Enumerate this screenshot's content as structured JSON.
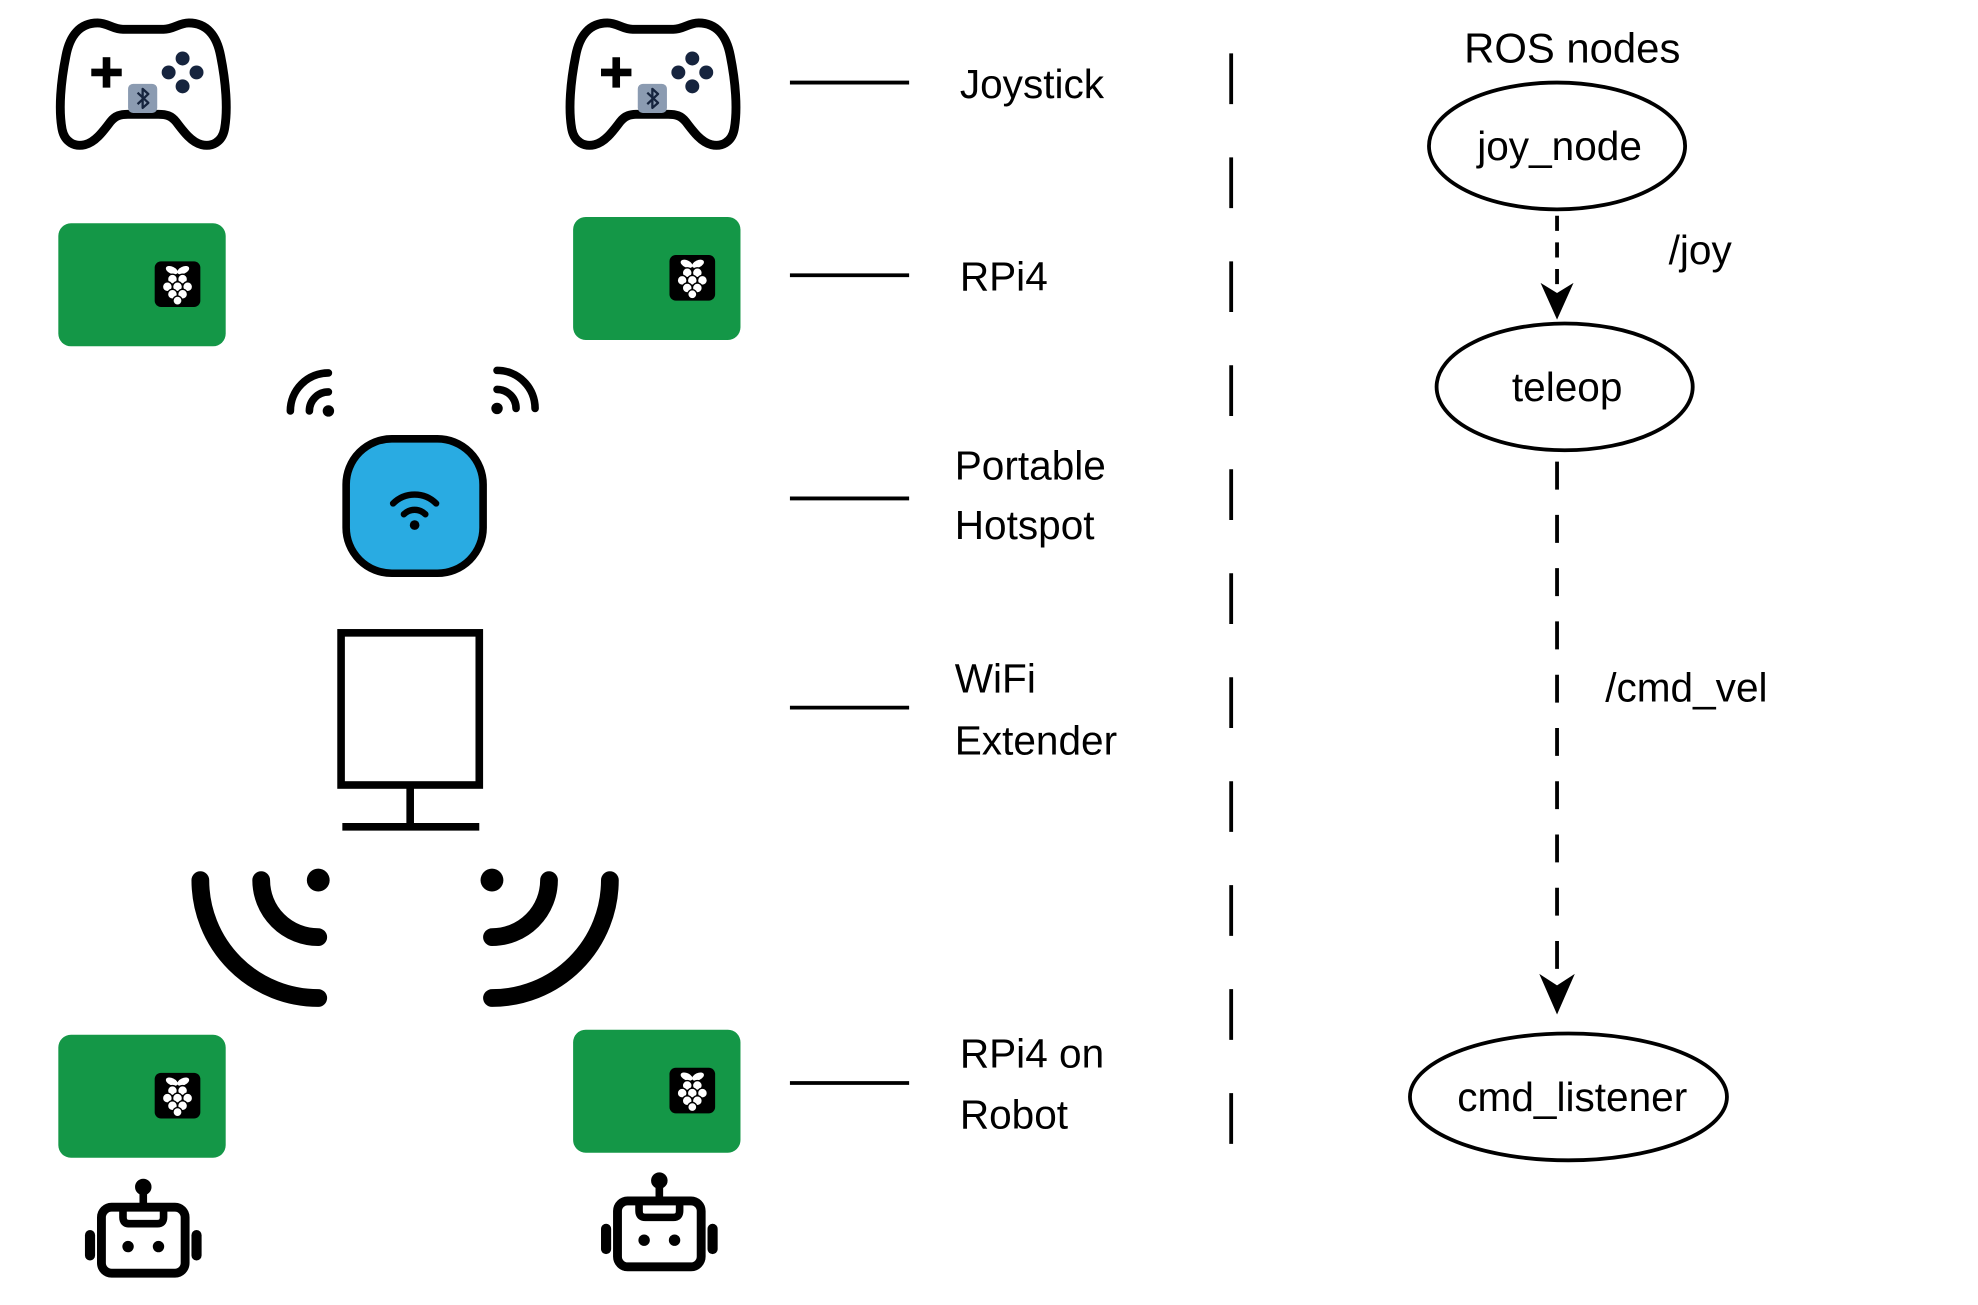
{
  "hardware": {
    "rows": [
      {
        "label_lines": [
          "Joystick"
        ],
        "icon": "gamepad-icon"
      },
      {
        "label_lines": [
          "RPi4"
        ],
        "icon": "raspberry-pi-board-icon"
      },
      {
        "label_lines": [
          "Portable",
          "Hotspot"
        ],
        "icon": "hotspot-icon"
      },
      {
        "label_lines": [
          "WiFi",
          "Extender"
        ],
        "icon": "wifi-extender-icon"
      },
      {
        "label_lines": [
          "RPi4 on",
          "Robot"
        ],
        "icon": "robot-icon"
      }
    ],
    "signal_icon": "wifi-signal-icon",
    "badge_icon": "bluetooth-icon"
  },
  "ros": {
    "heading": "ROS nodes",
    "nodes": [
      "joy_node",
      "teleop",
      "cmd_listener"
    ],
    "topics": [
      "/joy",
      "/cmd_vel"
    ]
  },
  "colors": {
    "board": "#149747",
    "hotspot": "#29abe2",
    "badge": "#8b9bb1",
    "buttons": "#16243e",
    "ink": "#000000"
  }
}
